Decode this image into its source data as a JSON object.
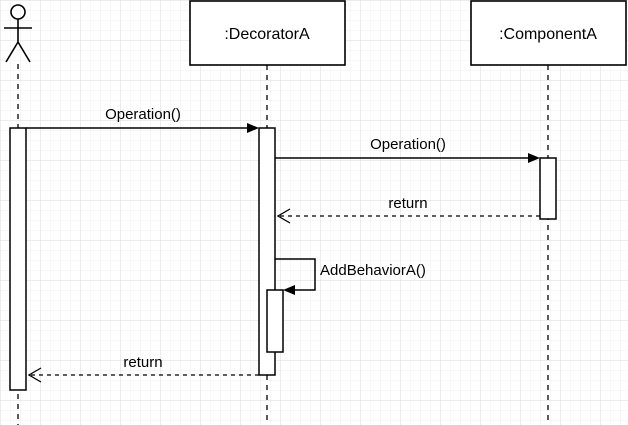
{
  "participants": {
    "actor": {
      "label": ""
    },
    "decorator": {
      "label": ":DecoratorA"
    },
    "component": {
      "label": ":ComponentA"
    }
  },
  "messages": {
    "m1": {
      "label": "Operation()",
      "kind": "sync"
    },
    "m2": {
      "label": "Operation()",
      "kind": "sync"
    },
    "m3": {
      "label": "return",
      "kind": "reply"
    },
    "m4": {
      "label": "AddBehaviorA()",
      "kind": "self"
    },
    "m5": {
      "label": "return",
      "kind": "reply"
    }
  },
  "style": {
    "line_color": "#000000",
    "grid_color": "#dcdcdc",
    "background": "#ffffff"
  }
}
